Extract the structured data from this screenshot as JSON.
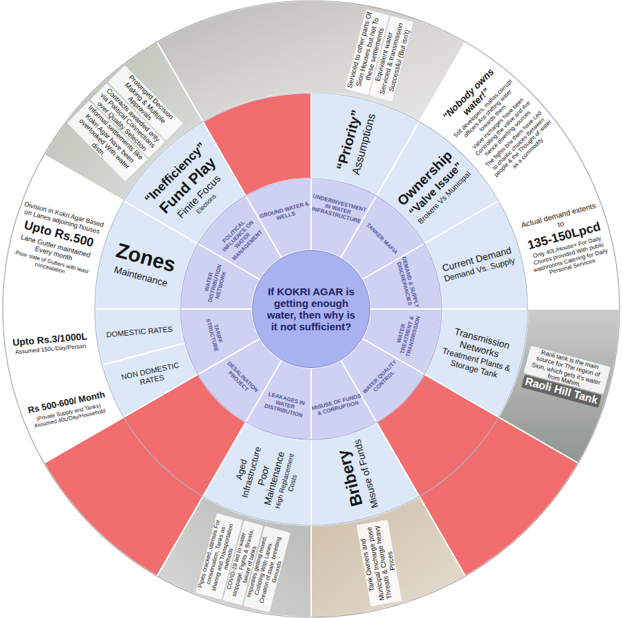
{
  "diagram": {
    "nodes": [
      {
        "text": [
          "If KOKRI AGAR is getting enough water, then why is it not sufficient?"
        ]
      },
      {
        "text": [
          "GROUND WATER & WELLS"
        ]
      },
      {
        "text": [
          "UNDERINVESTMENT IN WATER INFRASTRUCTURE"
        ]
      },
      {
        "text": [
          "TANKER MAFIA"
        ]
      },
      {
        "text": [
          "DEMAND & SUPPLY DISCREPANCIES"
        ]
      },
      {
        "text": [
          "WATER TREATMENT & TRANSMISSION"
        ]
      },
      {
        "text": [
          "WATER QUALITY CONTROL"
        ]
      },
      {
        "text": [
          "MISUSE OF FUNDS & CORRUPTION"
        ]
      },
      {
        "text": [
          "LEAKAGES IN WATER DISTRIBUTION"
        ]
      },
      {
        "text": [
          "DESALINATION PROJECT"
        ]
      },
      {
        "text": [
          "TARIFF STRUCTURE"
        ]
      },
      {
        "text": [
          "WATER DISTRIBUTION NETWORK"
        ]
      },
      {
        "text": [
          "POLITICAL INFLUENCE ON WATER MANAGEMENT"
        ]
      },
      {
        "text": [
          "“Priority”",
          "Assumptions"
        ]
      },
      {
        "text": [
          "Ownership",
          "“Valve Issue”",
          "Brokers Vs Municipal"
        ]
      },
      {
        "text": [
          "Current Demand",
          "Demand Vs. Supply"
        ]
      },
      {
        "text": [
          "Transmission Networks",
          "Treatment Plants & Storage Tank"
        ]
      },
      {
        "text": [
          "Bribery",
          "Misuse of Funds"
        ]
      },
      {
        "text": [
          "Aged Infrastructure",
          "Poor Maintenance",
          "High Replacement Costs"
        ]
      },
      {
        "text": [
          "NON DOMESTIC RATES"
        ]
      },
      {
        "text": [
          "DOMESTIC RATES"
        ]
      },
      {
        "text": [
          "Zones",
          "Maintenance"
        ]
      },
      {
        "text": [
          "“Inefficiency”",
          "Fund Play",
          "Finite Focus",
          "Elections"
        ]
      },
      {
        "text": [
          "Serviced to other parts Of Sion Houses but not To these settlements",
          "Equivalent water Serviced & transmission Successful (But isn't)"
        ]
      },
      {
        "text": [
          "“Nobody owns water!”",
          "Still developers, mafias,corrupt officers Are shifting water towards them",
          "Valve incharges have been Controlling the valve and Are hence diverting sources",
          "The fights b/w them have Led to chaotic choices Between people & the Thought of water as a commodity"
        ]
      },
      {
        "text": [
          "Actual demand extents to",
          "135-150Lpcd",
          "Only 40L/House+ For Daily Chores provided With public washrooms Catering for Daily Personal Services"
        ]
      },
      {
        "text": [
          "Raoli tank is the main source for The region of Sion, which gets it's water from Mahim.",
          "Raoli Hill Tank"
        ]
      },
      {
        "text": [
          "Tank Owners and Municipal Incharge pose Threats & Charge heavy Prices"
        ]
      },
      {
        "text": [
          "Pipes cracked ,utensils For conservation, Tanks as sharing and Transportation methods",
          "COVID-19 led to water stoppage, Fights & Brawls, failure of tanks",
          "Impurities getting mixed, Colliding With Lanes. Creation of stale, breeding Grounds"
        ]
      },
      {
        "text": [
          "Rs 500-600/ Month",
          "(Private Supply and Tanks) Assumed 40L/Day/Household"
        ]
      },
      {
        "text": [
          "Upto Rs.3/1000L",
          "Assumed 150L/Day/Person"
        ]
      },
      {
        "text": [
          "Division in Kokri Agar Based on Lanes adjoining houses",
          "Upto Rs.500",
          "Lane Gutter maintained Every month",
          ":Poor state of Gutters with least concealation"
        ]
      },
      {
        "text": [
          "Prolonged Decision Making & Multiple Approvals",
          "Contracts awarded only via Political Connections over Quality Selection",
          "Informal settlements like Kokri Agar have been overlooked With water distri."
        ]
      }
    ]
  }
}
